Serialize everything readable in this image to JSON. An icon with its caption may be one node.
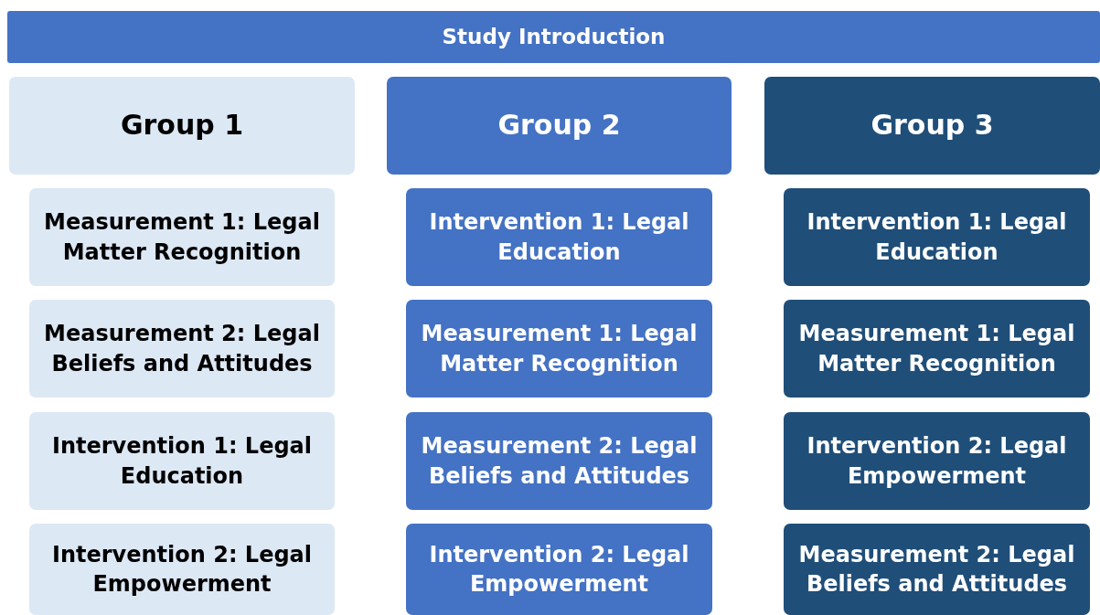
{
  "diagram": {
    "nodes": [
      {
        "text": [
          "Study Introduction"
        ]
      },
      {
        "text": [
          "Group 1"
        ]
      },
      {
        "text": [
          "Group 2"
        ]
      },
      {
        "text": [
          "Group 3"
        ]
      },
      {
        "text": [
          "Measurement 1: Legal Matter Recognition"
        ]
      },
      {
        "text": [
          "Intervention 1: Legal Education"
        ]
      },
      {
        "text": [
          "Intervention 1: Legal Education"
        ]
      },
      {
        "text": [
          "Measurement 2: Legal Beliefs and Attitudes"
        ]
      },
      {
        "text": [
          "Measurement 1: Legal Matter Recognition"
        ]
      },
      {
        "text": [
          "Measurement 1: Legal Matter Recognition"
        ]
      },
      {
        "text": [
          "Intervention 1: Legal Education"
        ]
      },
      {
        "text": [
          "Measurement 2: Legal Beliefs and Attitudes"
        ]
      },
      {
        "text": [
          "Intervention 2: Legal Empowerment"
        ]
      },
      {
        "text": [
          "Intervention 2: Legal Empowerment"
        ]
      },
      {
        "text": [
          "Intervention 2: Legal Empowerment"
        ]
      },
      {
        "text": [
          "Measurement 2: Legal Beliefs and Attitudes"
        ]
      }
    ],
    "edges": []
  }
}
